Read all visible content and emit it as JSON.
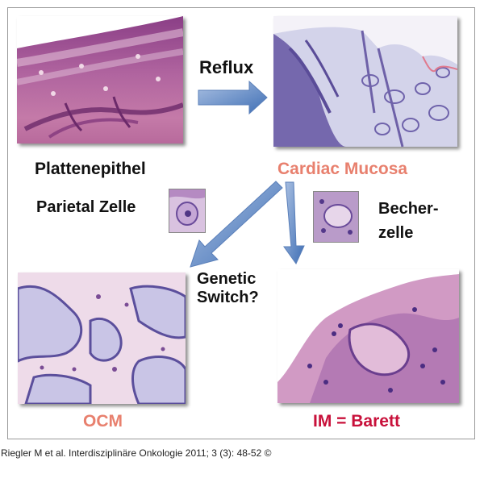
{
  "labels": {
    "plattenepithel": "Plattenepithel",
    "cardiac_mucosa": "Cardiac Mucosa",
    "reflux": "Reflux",
    "parietal_zelle": "Parietal Zelle",
    "becherzelle_line1": "Becher-",
    "becherzelle_line2": "zelle",
    "genetic_line1": "Genetic",
    "genetic_line2": "Switch?",
    "ocm": "OCM",
    "im_barett": "IM = Barett"
  },
  "citation": "Riegler M et al. Interdisziplinäre Onkologie 2011; 3 (3): 48-52 ©",
  "colors": {
    "accent_salmon": "#e8806e",
    "accent_crimson": "#c8103a",
    "arrow_blue": "#3f6fb5",
    "frame_border": "#9a9a9a"
  }
}
